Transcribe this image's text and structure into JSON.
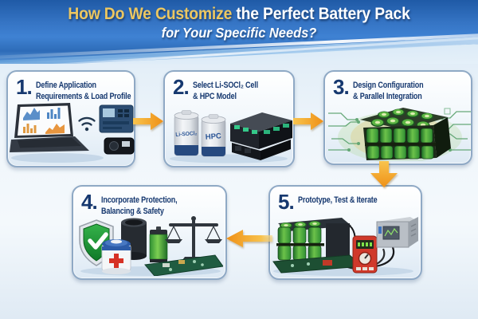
{
  "header": {
    "title_accent": "How Do We Customize ",
    "title_rest": "the Perfect Battery Pack",
    "subtitle": "for Your Specific Needs?"
  },
  "steps": [
    {
      "number": "1.",
      "line1": "Define Application",
      "line2": "Requirements & Load Profile",
      "illustration": "laptop-with-load-profile-charts-wifi-and-test-devices"
    },
    {
      "number": "2.",
      "line1": "Select Li-SOCl₂ Cell",
      "line2": "& HPC Model",
      "illustration": "li-socl2-cell-hpc-cell-and-battery-module",
      "cell_labels": [
        "Li-SOCl₂",
        "HPC"
      ]
    },
    {
      "number": "3.",
      "line1": "Design Configuration",
      "line2": "& Parallel Integration",
      "illustration": "green-cell-battery-pack-with-circuit-traces"
    },
    {
      "number": "4.",
      "line1": "Incorporate Protection,",
      "line2": "Balancing & Safety",
      "illustration": "shield-check-batteries-balance-scale-and-pcb"
    },
    {
      "number": "5.",
      "line1": "Prototype, Test & Iterate",
      "line2": "",
      "illustration": "battery-pack-with-multimeter-and-test-instrument"
    }
  ],
  "flow_arrows": [
    {
      "from": "step-1",
      "to": "step-2",
      "direction": "right"
    },
    {
      "from": "step-2",
      "to": "step-3",
      "direction": "right"
    },
    {
      "from": "step-3",
      "to": "step-5",
      "direction": "down"
    },
    {
      "from": "step-5",
      "to": "step-4",
      "direction": "left"
    }
  ],
  "colors": {
    "header_blue": "#2f6cba",
    "title_gold": "#ecc761",
    "title_white": "#ffffff",
    "step_text_blue": "#16386f",
    "arrow_orange": "#f29b1d",
    "card_border": "#8fa9c5",
    "pack_green": "#4aa53b"
  }
}
